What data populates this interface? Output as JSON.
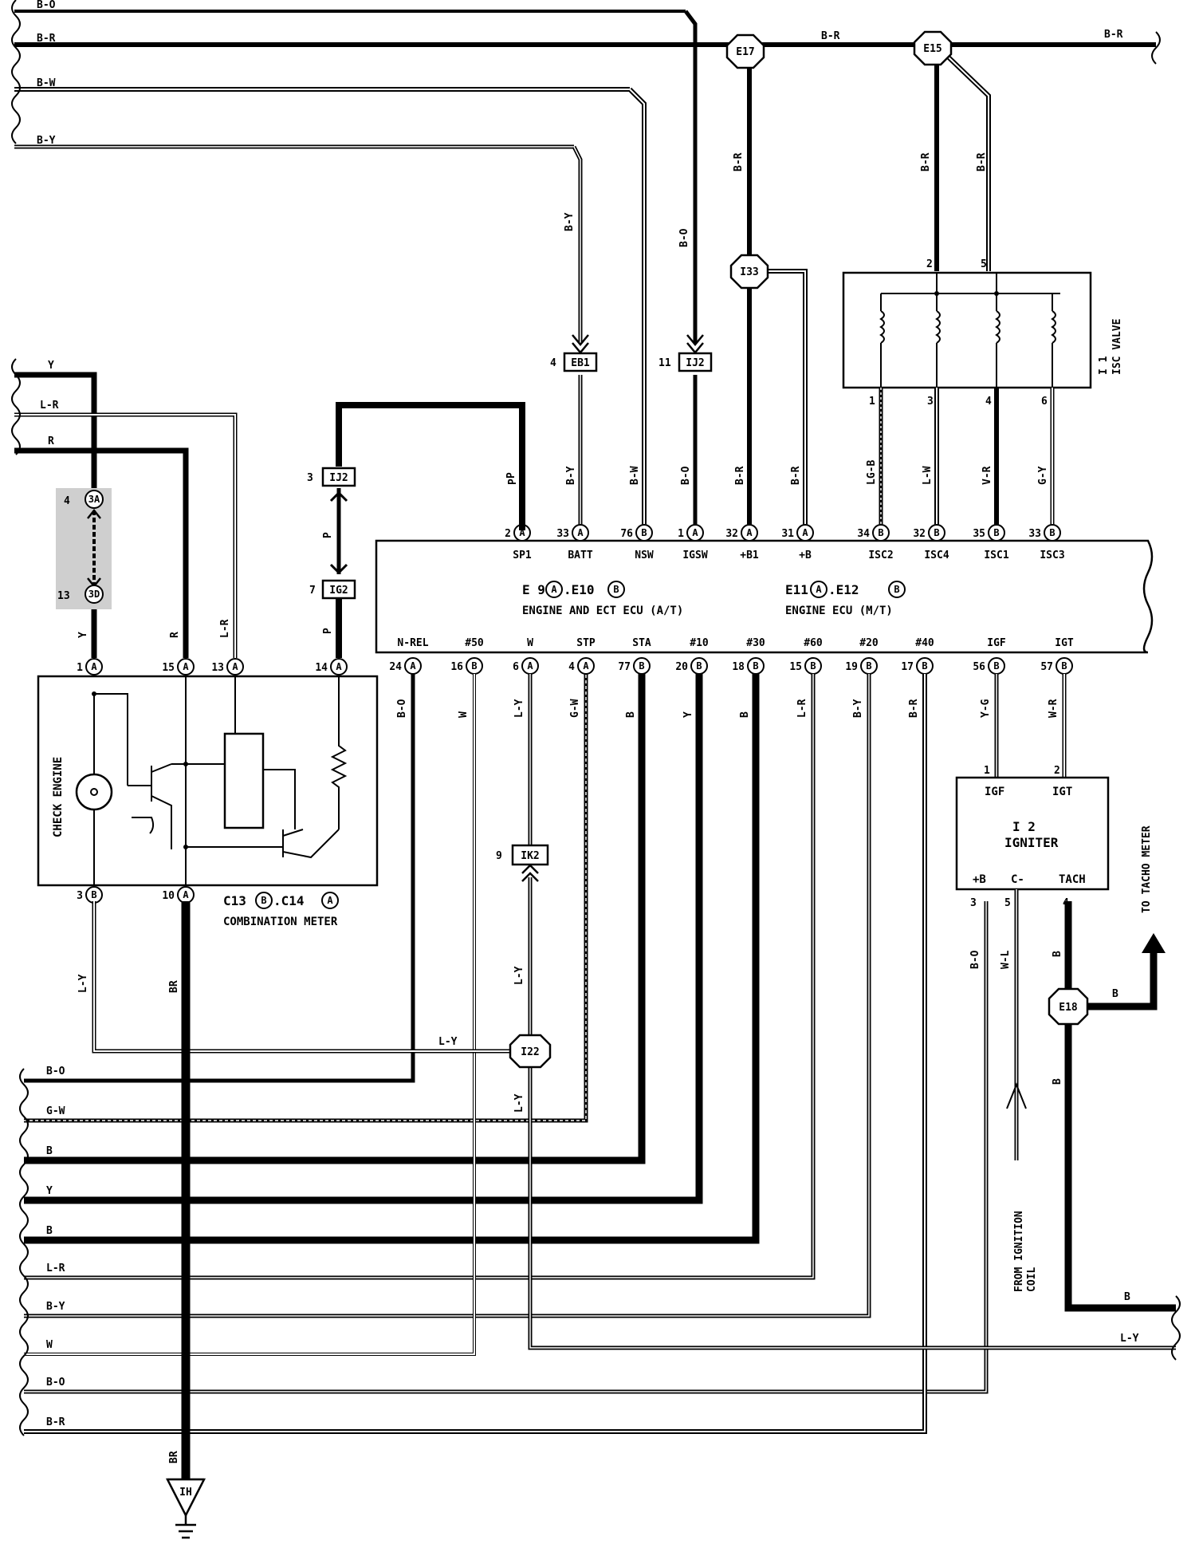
{
  "wire_colors": {
    "B-O": "#000000",
    "B-R": "#000000",
    "B-W": "#000000",
    "B-Y": "#000000",
    "Y": "#000000",
    "L-R": "#000000",
    "R": "#000000",
    "P": "#000000"
  },
  "top_left_wires": [
    "B-O",
    "B-R",
    "B-W",
    "B-Y"
  ],
  "top_right_wire": "B-R",
  "left_mid_wires": [
    "Y",
    "L-R",
    "R"
  ],
  "bottom_left_wires": [
    "B-O",
    "G-W",
    "B",
    "Y",
    "B",
    "L-R",
    "B-Y",
    "W",
    "B-O",
    "B-R"
  ],
  "bottom_right_wires": [
    "B",
    "L-Y"
  ],
  "junctions": {
    "e17": "E17",
    "e15": "E15",
    "i33": "I33",
    "i22": "I22",
    "e18": "E18"
  },
  "connectors": {
    "eb1": {
      "id": "EB1",
      "pin": "4"
    },
    "ij2_top": {
      "id": "IJ2",
      "pin": "11"
    },
    "ij2_left": {
      "id": "IJ2",
      "pin": "3"
    },
    "ig2": {
      "id": "IG2",
      "pin": "7"
    },
    "ik2": {
      "id": "IK2",
      "pin": "9"
    },
    "c3a": {
      "id": "3A",
      "pin": "4"
    },
    "c3d": {
      "id": "3D",
      "pin": "13"
    }
  },
  "ecu": {
    "title_line1": "E 9",
    "title_a": "A",
    "title_sep": ".E10",
    "title_b": "B",
    "name1": "ENGINE AND ECT ECU (A/T)",
    "title2_line1": "E11",
    "title2_sep": ".E12",
    "name2": "ENGINE ECU (M/T)",
    "top_pins": [
      {
        "num": "2",
        "conn": "A",
        "label": "SP1",
        "wire": "P"
      },
      {
        "num": "33",
        "conn": "A",
        "label": "BATT",
        "wire": "B-Y"
      },
      {
        "num": "76",
        "conn": "B",
        "label": "NSW",
        "wire": "B-W"
      },
      {
        "num": "1",
        "conn": "A",
        "label": "IGSW",
        "wire": "B-O"
      },
      {
        "num": "32",
        "conn": "A",
        "label": "+B1",
        "wire": "B-R"
      },
      {
        "num": "31",
        "conn": "A",
        "label": "+B",
        "wire": "B-R"
      },
      {
        "num": "34",
        "conn": "B",
        "label": "ISC2",
        "wire": "LG-B"
      },
      {
        "num": "32",
        "conn": "B",
        "label": "ISC4",
        "wire": "L-W"
      },
      {
        "num": "35",
        "conn": "B",
        "label": "ISC1",
        "wire": "V-R"
      },
      {
        "num": "33",
        "conn": "B",
        "label": "ISC3",
        "wire": "G-Y"
      }
    ],
    "bottom_pins": [
      {
        "num": "24",
        "conn": "A",
        "label": "N-REL",
        "wire": "B-O"
      },
      {
        "num": "16",
        "conn": "B",
        "label": "#50",
        "wire": "W"
      },
      {
        "num": "6",
        "conn": "A",
        "label": "W",
        "wire": "L-Y"
      },
      {
        "num": "4",
        "conn": "A",
        "label": "STP",
        "wire": "G-W"
      },
      {
        "num": "77",
        "conn": "B",
        "label": "STA",
        "wire": "B"
      },
      {
        "num": "20",
        "conn": "B",
        "label": "#10",
        "wire": "Y"
      },
      {
        "num": "18",
        "conn": "B",
        "label": "#30",
        "wire": "B"
      },
      {
        "num": "15",
        "conn": "B",
        "label": "#60",
        "wire": "L-R"
      },
      {
        "num": "19",
        "conn": "B",
        "label": "#20",
        "wire": "B-Y"
      },
      {
        "num": "17",
        "conn": "B",
        "label": "#40",
        "wire": "B-R"
      },
      {
        "num": "56",
        "conn": "B",
        "label": "IGF",
        "wire": "Y-G"
      },
      {
        "num": "57",
        "conn": "B",
        "label": "IGT",
        "wire": "W-R"
      }
    ]
  },
  "isc_valve": {
    "id": "I 1",
    "name": "ISC VALVE",
    "top_pins": [
      "2",
      "5"
    ],
    "bottom_pins": [
      "1",
      "3",
      "4",
      "6"
    ]
  },
  "vertical_wires_top": {
    "b_y": "B-Y",
    "b_o": "B-O",
    "b_r_e17": "B-R",
    "b_r_e15a": "B-R",
    "b_r_e15b": "B-R"
  },
  "combination_meter": {
    "id": "C13",
    "conn_b": "B",
    "sep": ".C14",
    "conn_a": "A",
    "name": "COMBINATION METER",
    "lamp_label": "CHECK ENGINE",
    "top_pins": [
      {
        "num": "1",
        "conn": "A",
        "wire": "Y"
      },
      {
        "num": "15",
        "conn": "A",
        "wire": "R"
      },
      {
        "num": "13",
        "conn": "A",
        "wire": "L-R"
      },
      {
        "num": "14",
        "conn": "A",
        "wire": "P"
      }
    ],
    "bottom_pins": [
      {
        "num": "3",
        "conn": "B",
        "wire": "L-Y"
      },
      {
        "num": "10",
        "conn": "A",
        "wire": "BR"
      }
    ]
  },
  "igniter": {
    "id": "I 2",
    "name": "IGNITER",
    "pin_igf": "IGF",
    "pin_igt": "IGT",
    "pin_pb": "+B",
    "pin_cm": "C-",
    "pin_tach": "TACH",
    "pin_nums_top": [
      "1",
      "2"
    ],
    "pin_nums_bottom": [
      "3",
      "5",
      "4"
    ],
    "wire_pb": "B-O",
    "wire_cm": "W-L",
    "wire_tach": "B"
  },
  "misc_labels": {
    "to_tacho": "TO TACHO METER",
    "from_ignition": "FROM IGNITION",
    "coil": "COIL",
    "ly_i22": "L-Y",
    "ly_upper": "L-Y",
    "ly_lower": "L-Y",
    "b_e18": "B",
    "b_lower": "B",
    "br_upper": "BR",
    "br_lower": "BR",
    "ground": "IH",
    "p_upper": "P",
    "p_lower": "P",
    "y_cm": "Y",
    "r_cm": "R",
    "lr_cm": "L-R"
  }
}
